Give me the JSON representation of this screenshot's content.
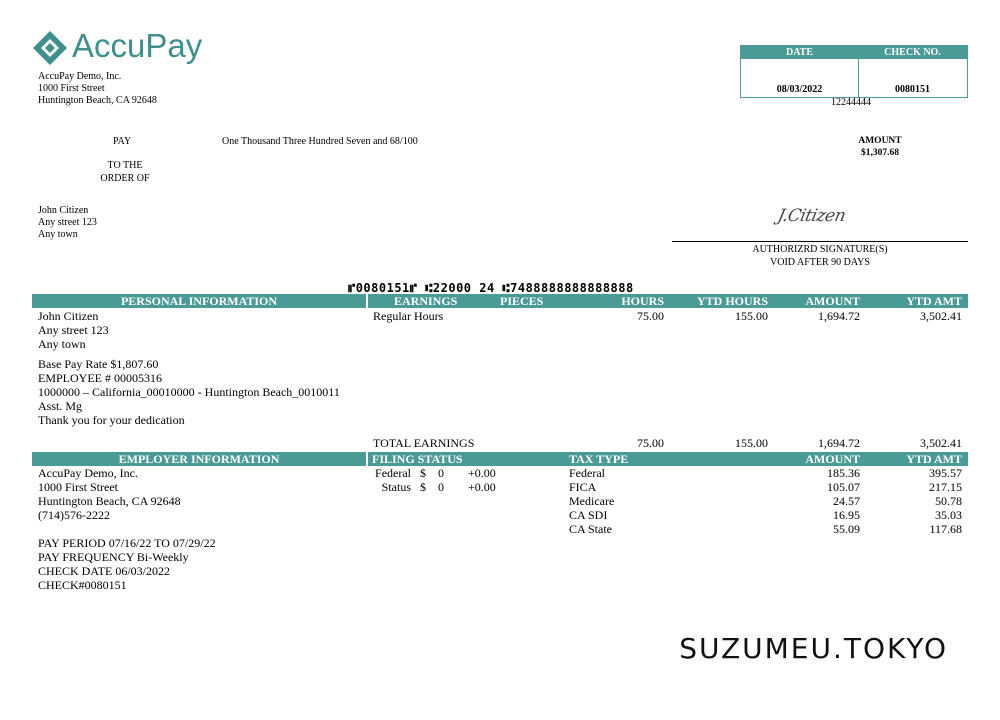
{
  "company": {
    "logo_text": "AccuPay",
    "name": "AccuPay Demo, Inc.",
    "address1": "1000 First Street",
    "address2": "Huntington Beach, CA 92648"
  },
  "check_box": {
    "date_label": "DATE",
    "checkno_label": "CHECK NO.",
    "date_value": "08/03/2022",
    "checkno_value": "0080151",
    "routing_ref": "12244444"
  },
  "pay": {
    "pay_label": "PAY",
    "amount_words": "One Thousand Three Hundred Seven and 68/100",
    "amount_label": "AMOUNT",
    "amount_value": "$1,307.68",
    "to_the": "TO THE",
    "order_of": "ORDER OF"
  },
  "payee": {
    "name": "John Citizen",
    "street": "Any street 123",
    "town": "Any town"
  },
  "signature": {
    "script": "J.Citizen",
    "line1": "AUTHORIZRD  SIGNATURE(S)",
    "line2": "VOID AFTER 90 DAYS"
  },
  "micr_line": "⑈0080151⑈ ⑆22000 24 ⑆7488888888888888",
  "earnings_header": {
    "personal": "PERSONAL INFORMATION",
    "earnings": "EARNINGS",
    "pieces": "PIECES",
    "hours": "HOURS",
    "ytd_hours": "YTD HOURS",
    "amount": "AMOUNT",
    "ytd_amt": "YTD AMT"
  },
  "personal": {
    "name": "John Citizen",
    "street": "Any street 123",
    "town": "Any town",
    "base_rate": "Base Pay Rate $1,807.60",
    "employee_no": "EMPLOYEE # 00005316",
    "location": "1000000 – California_00010000 -  Huntington Beach_0010011",
    "title": "Asst. Mg",
    "note": "Thank you for your dedication"
  },
  "earnings_rows": [
    {
      "type": "Regular Hours",
      "hours": "75.00",
      "ytd_hours": "155.00",
      "amount": "1,694.72",
      "ytd_amt": "3,502.41"
    }
  ],
  "total_earnings": {
    "label": "TOTAL EARNINGS",
    "hours": "75.00",
    "ytd_hours": "155.00",
    "amount": "1,694.72",
    "ytd_amt": "3,502.41"
  },
  "tax_header": {
    "employer": "EMPLOYER INFORMATION",
    "filing": "FILING STATUS",
    "tax_type": "TAX TYPE",
    "amount": "AMOUNT",
    "ytd_amt": "YTD AMT"
  },
  "employer": {
    "name": "AccuPay Demo, Inc.",
    "street": "1000 First Street",
    "city": "Huntington Beach, CA 92648",
    "phone": "(714)576-2222",
    "pay_period": "PAY PERIOD 07/16/22 TO 07/29/22",
    "pay_frequency": "PAY FREQUENCY Bi-Weekly",
    "check_date": "CHECK DATE 06/03/2022",
    "check_no": "CHECK#0080151"
  },
  "filing": [
    {
      "label": "Federal",
      "currency": "$",
      "value": "0",
      "extra": "+0.00"
    },
    {
      "label": "Status",
      "currency": "$",
      "value": "0",
      "extra": "+0.00"
    }
  ],
  "taxes": [
    {
      "type": "Federal",
      "amount": "185.36",
      "ytd": "395.57"
    },
    {
      "type": "FICA",
      "amount": "105.07",
      "ytd": "217.15"
    },
    {
      "type": "Medicare",
      "amount": "24.57",
      "ytd": "50.78"
    },
    {
      "type": "CA SDI",
      "amount": "16.95",
      "ytd": "35.03"
    },
    {
      "type": "CA State",
      "amount": "55.09",
      "ytd": "117.68"
    }
  ],
  "watermark": "SUZUMEU.TOKYO",
  "colors": {
    "accent": "#4a9a96",
    "logo": "#3f8f8d"
  }
}
